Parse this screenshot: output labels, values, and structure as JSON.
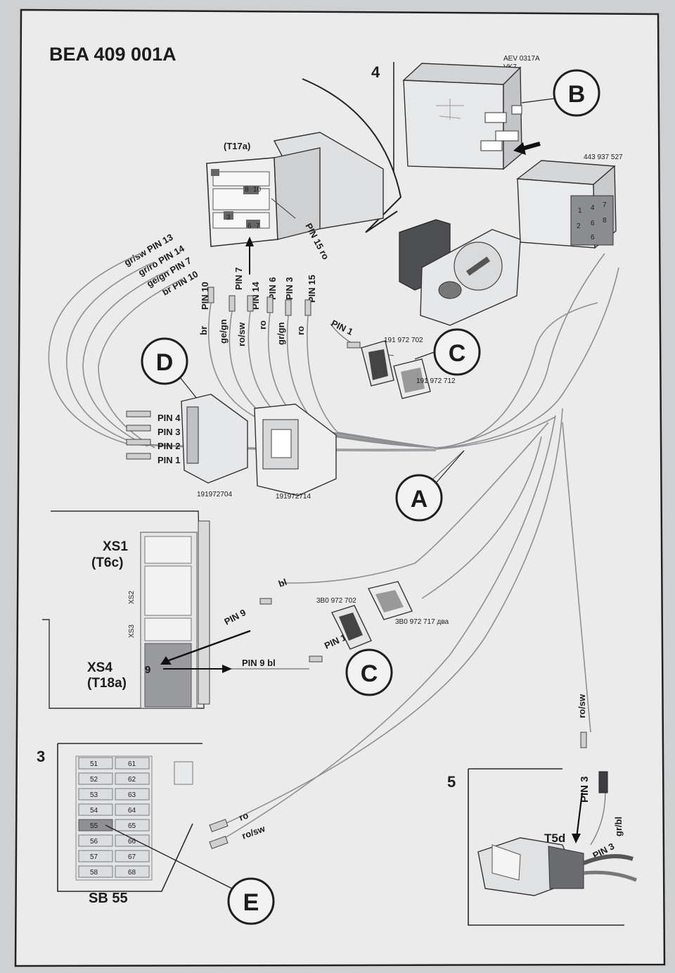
{
  "title": "BEA 409 001A",
  "sections": {
    "s4": "4",
    "s3": "3",
    "s5": "5"
  },
  "callouts": {
    "A": "A",
    "B": "B",
    "C1": "C",
    "C2": "C",
    "D": "D",
    "E": "E"
  },
  "relay": {
    "code1": "AEV 0317A",
    "code2": "VK7"
  },
  "relay_socket": {
    "part_no": "443 937 527",
    "cells": [
      "1",
      "4",
      "7",
      "2",
      "6",
      "8",
      "6"
    ]
  },
  "switch_connector": {
    "name": "(T17a)",
    "pins": [
      "3",
      "6",
      "7",
      "8",
      "10"
    ],
    "pin_labels": [
      {
        "pin": "PIN 10",
        "color": "br"
      },
      {
        "pin": "PIN 7",
        "color": "ge/gn"
      },
      {
        "pin": "PIN 14",
        "color": "ro/sw"
      },
      {
        "pin": "PIN 6",
        "color": "ro"
      },
      {
        "pin": "PIN 3",
        "color": "gr/gn"
      },
      {
        "pin": "PIN 15",
        "color": "ro"
      }
    ],
    "pin15_label": "PIN 15  ro",
    "left_wires": [
      "gr/sw  PIN 13",
      "gr/ro  PIN 14",
      "ge/gn  PIN 7",
      "br  PIN 10"
    ]
  },
  "connector_C_top": {
    "pin": "PIN 1",
    "part1": "191 972 702",
    "part2": "191 972 712"
  },
  "connector_D": {
    "pins": [
      "PIN 4",
      "PIN 3",
      "PIN 2",
      "PIN 1"
    ],
    "part1": "191972704",
    "part2": "191972714"
  },
  "instrument_panel": {
    "xs1": "XS1",
    "xs1_sub": "(T6c)",
    "xs2": "XS2",
    "xs3": "XS3",
    "xs4": "XS4",
    "xs4_sub": "(T18a)",
    "pin_no": "9",
    "pin9_in": "PIN 9",
    "pin9_in_color": "bl",
    "pin9_out": "PIN 9  bl"
  },
  "connector_C_bottom": {
    "pin": "PIN 1",
    "part1": "3B0 972 702",
    "part2": "3B0 972 717 два"
  },
  "fuse_box": {
    "rows": [
      [
        "51",
        "61"
      ],
      [
        "52",
        "62"
      ],
      [
        "53",
        "63"
      ],
      [
        "54",
        "64"
      ],
      [
        "55",
        "65"
      ],
      [
        "56",
        "66"
      ],
      [
        "57",
        "67"
      ],
      [
        "58",
        "68"
      ]
    ],
    "label": "SB 55",
    "wires": [
      "ro",
      "ro/sw"
    ]
  },
  "section5": {
    "wire_color": "ro/sw",
    "pin": "PIN 3",
    "pin2": "PIN 3",
    "connector": "T5d",
    "wire2_color": "gr/bl"
  }
}
